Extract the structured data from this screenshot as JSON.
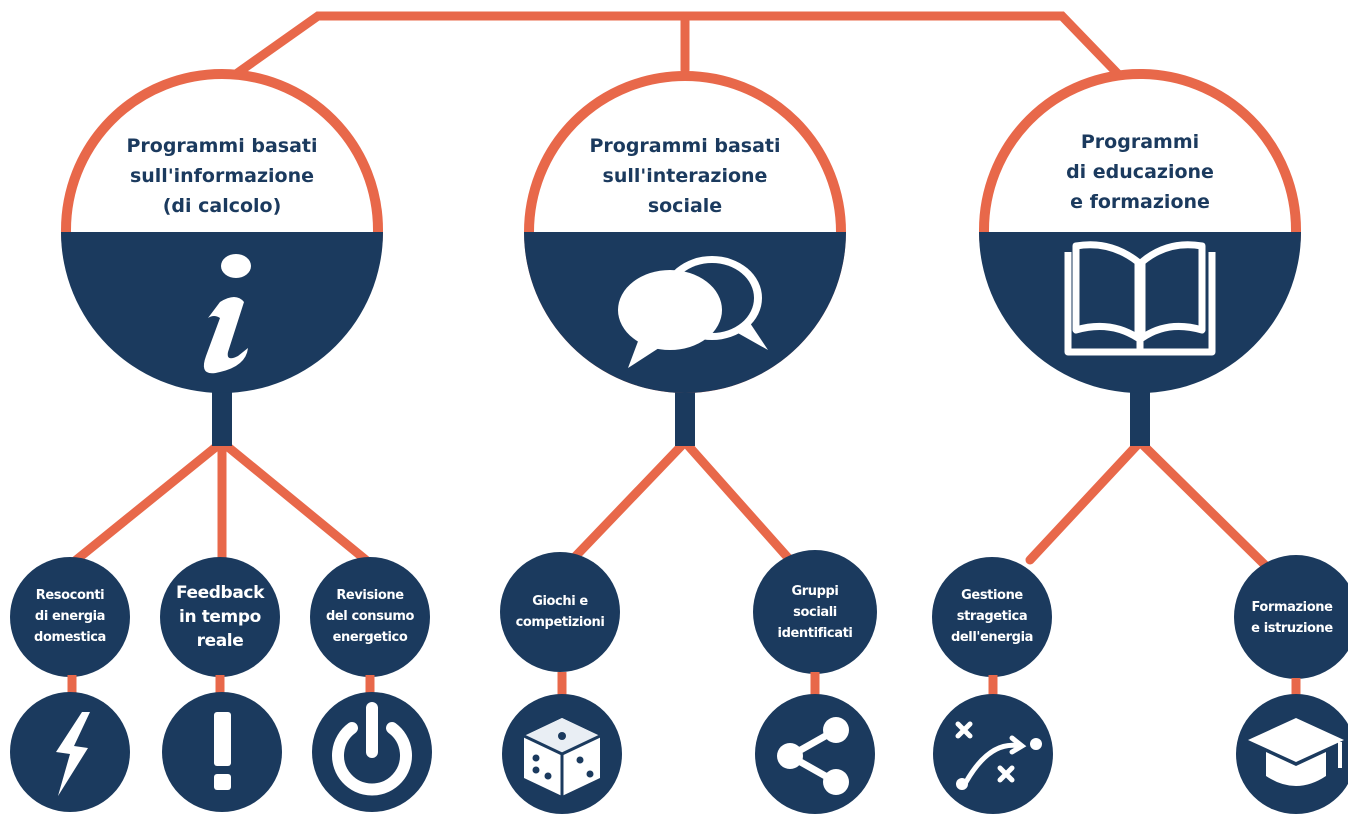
{
  "colors": {
    "orange": "#e8684a",
    "navy": "#1b3a5e",
    "white": "#ffffff"
  },
  "categories": [
    {
      "title": "Programmi basati\nsull'informazione\n(di calcolo)",
      "icon": "info-icon",
      "children": [
        {
          "label": "Resoconti\ndi energia\ndomestica",
          "icon": "lightning-icon"
        },
        {
          "label": "Feedback\nin tempo\nreale",
          "icon": "exclamation-icon"
        },
        {
          "label": "Revisione\ndel consumo\nenergetico",
          "icon": "power-icon"
        }
      ]
    },
    {
      "title": "Programmi basati\nsull'interazione\nsociale",
      "icon": "chat-bubbles-icon",
      "children": [
        {
          "label": "Giochi e\ncompetizioni",
          "icon": "dice-icon"
        },
        {
          "label": "Gruppi\nsociali\nidentificati",
          "icon": "share-icon"
        }
      ]
    },
    {
      "title": "Programmi\ndi educazione\ne formazione",
      "icon": "open-book-icon",
      "children": [
        {
          "label": "Gestione\nstragetica\ndell'energia",
          "icon": "strategy-icon"
        },
        {
          "label": "Formazione\ne istruzione",
          "icon": "graduation-cap-icon"
        }
      ]
    }
  ]
}
